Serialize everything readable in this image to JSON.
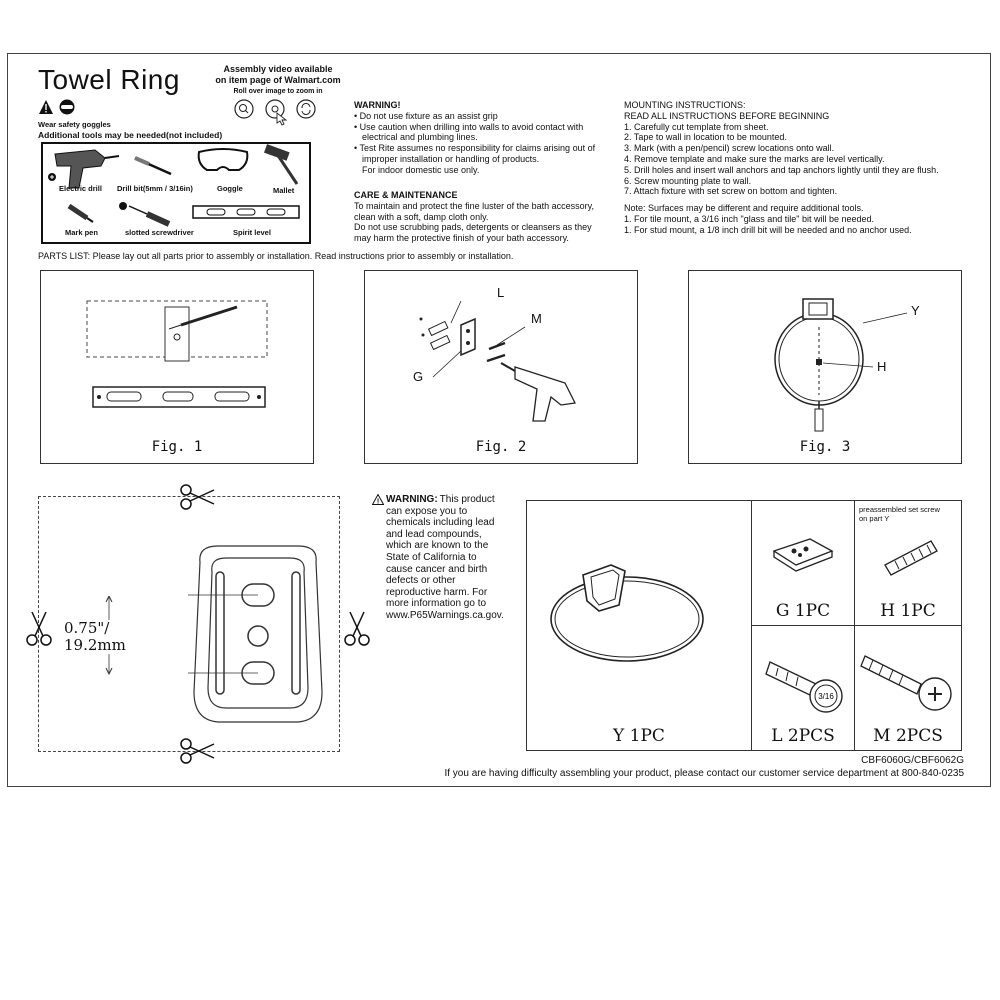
{
  "header": {
    "title": "Towel Ring",
    "video_line1": "Assembly video available",
    "video_line2": "on item page of Walmart.com",
    "zoom_hint": "Roll over image to zoom in",
    "goggles_note": "Wear safety goggles",
    "tools_note": "Additional tools may be needed(not included)"
  },
  "tools": {
    "drill": "Electric drill",
    "bit": "Drill bit(5mm / 3/16in)",
    "goggle": "Goggle",
    "mallet": "Mallet",
    "pen": "Mark pen",
    "screwdriver": "slotted screwdriver",
    "level": "Spirit level"
  },
  "warning": {
    "heading": "WARNING!",
    "l1": "• Do not use fixture as an assist grip",
    "l2": "• Use caution when drilling into walls to avoid contact with",
    "l3": "electrical and plumbing lines.",
    "l4": "• Test Rite assumes no responsibility for claims arising out of",
    "l5": "improper installation or handling of products.",
    "l6": "For indoor domestic use only."
  },
  "care": {
    "heading": "CARE & MAINTENANCE",
    "l1": "To maintain and protect the fine luster of the bath accessory,",
    "l2": "clean with a soft, damp cloth only.",
    "l3": "Do not use scrubbing pads, detergents or cleansers as they",
    "l4": "may harm the protective finish of your bath accessory."
  },
  "mounting": {
    "heading": "MOUNTING INSTRUCTIONS:",
    "sub": "READ ALL INSTRUCTIONS BEFORE BEGINNING",
    "s1": "1. Carefully cut template from sheet.",
    "s2": "2. Tape to wall in location to be mounted.",
    "s3": "3. Mark (with a pen/pencil) screw locations onto wall.",
    "s4": "4. Remove template and make sure the marks are level vertically.",
    "s5": "5. Drill holes and insert wall anchors and tap anchors lightly until they are flush.",
    "s6": "6. Screw mounting plate to wall.",
    "s7": "7. Attach fixture with set screw on bottom and tighten.",
    "n1": "Note: Surfaces may be different and require additional tools.",
    "n2": "1. For tile mount, a 3/16 inch \"glass and tile\" bit will be needed.",
    "n3": "1. For stud mount, a 1/8 inch drill bit will be needed and no anchor used."
  },
  "parts_list": "PARTS LIST: Please lay out all parts prior to assembly or installation.  Read instructions prior to assembly or installation.",
  "figures": {
    "fig1": "Fig. 1",
    "fig2": "Fig. 2",
    "fig3": "Fig. 3",
    "label_L": "L",
    "label_M": "M",
    "label_G": "G",
    "label_Y": "Y",
    "label_H": "H"
  },
  "template": {
    "dim1": "0.75\"/",
    "dim2": "19.2mm"
  },
  "p65": {
    "heading": "WARNING:",
    "l1": "This product",
    "l2": "can expose you to",
    "l3": "chemicals including lead",
    "l4": "and lead compounds,",
    "l5": "which are known to the",
    "l6": "State of California to",
    "l7": "cause cancer and birth",
    "l8": "defects or other",
    "l9": "reproductive harm. For",
    "l10": "more information go to",
    "l11": "www.P65Warnings.ca.gov."
  },
  "parts": {
    "y": "Y   1PC",
    "g": "G   1PC",
    "h": "H   1PC",
    "l": "L   2PCS",
    "m": "M   2PCS",
    "h_note1": "preassembled set screw",
    "h_note2": "on part Y",
    "anchor_text": "3/16"
  },
  "footer": {
    "model": "CBF6060G/CBF6062G",
    "contact": "If you are having difficulty assembling your product, please contact our customer service department at 800-840-0235"
  }
}
